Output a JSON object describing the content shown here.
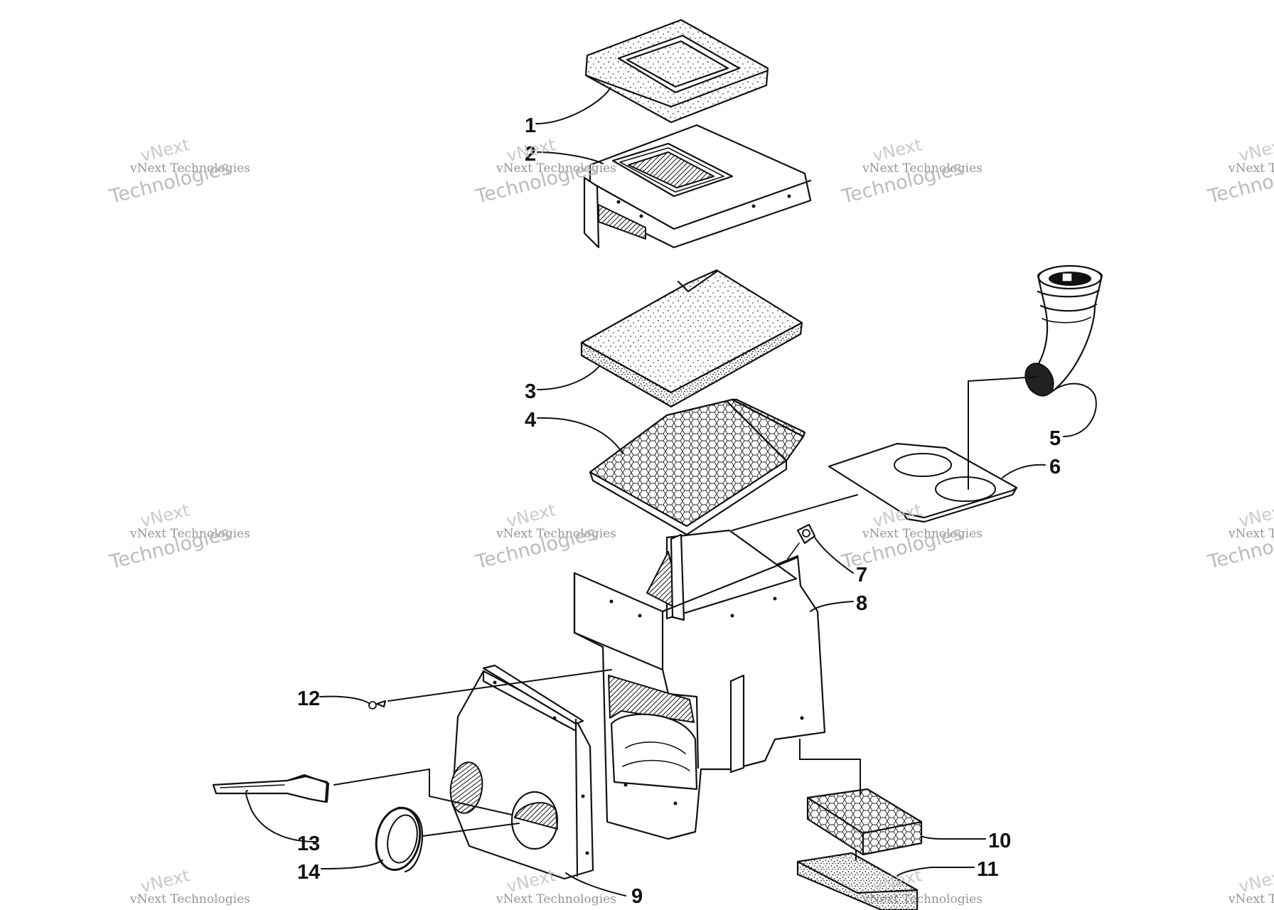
{
  "watermark": {
    "line1": "vNext Technologies",
    "line2": "Technologies",
    "brand": "vNext"
  },
  "parts": [
    {
      "id": "1",
      "label": "1"
    },
    {
      "id": "2",
      "label": "2"
    },
    {
      "id": "3",
      "label": "3"
    },
    {
      "id": "4",
      "label": "4"
    },
    {
      "id": "5",
      "label": "5"
    },
    {
      "id": "6",
      "label": "6"
    },
    {
      "id": "7",
      "label": "7"
    },
    {
      "id": "8",
      "label": "8"
    },
    {
      "id": "9",
      "label": "9"
    },
    {
      "id": "10",
      "label": "10"
    },
    {
      "id": "11",
      "label": "11"
    },
    {
      "id": "12",
      "label": "12"
    },
    {
      "id": "13",
      "label": "13"
    },
    {
      "id": "14",
      "label": "14"
    }
  ]
}
